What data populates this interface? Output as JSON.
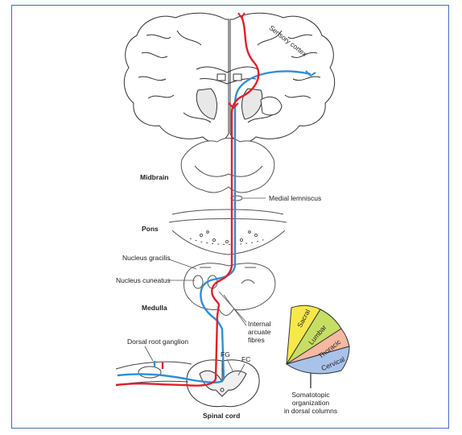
{
  "labels": {
    "sensory_cortex": "Sensory cortex",
    "midbrain": "Midbrain",
    "medial_lemniscus": "Medial lemniscus",
    "pons": "Pons",
    "nucleus_gracilis": "Nucleus gracilis",
    "nucleus_cuneatus": "Nucleus cuneatus",
    "medulla": "Medulla",
    "internal_arcuate_l1": "Internal",
    "internal_arcuate_l2": "arcuate",
    "internal_arcuate_l3": "fibres",
    "dorsal_root_ganglion": "Dorsal root ganglion",
    "fg": "FG",
    "fc": "FC",
    "spinal_cord": "Spinal cord",
    "somatotopic_l1": "Somatotopic",
    "somatotopic_l2": "organization",
    "somatotopic_l3": "in dorsal columns"
  },
  "segments": [
    "Sacral",
    "Lumbar",
    "Thoracic",
    "Cervical"
  ],
  "colors": {
    "frame": "#3f6ec0",
    "red_pathway": "#e0202a",
    "blue_pathway": "#2f8fd6",
    "sacral": "#f7e84a",
    "lumbar": "#c6de64",
    "thoracic": "#f4b9a0",
    "cervical": "#a9c2ea"
  }
}
